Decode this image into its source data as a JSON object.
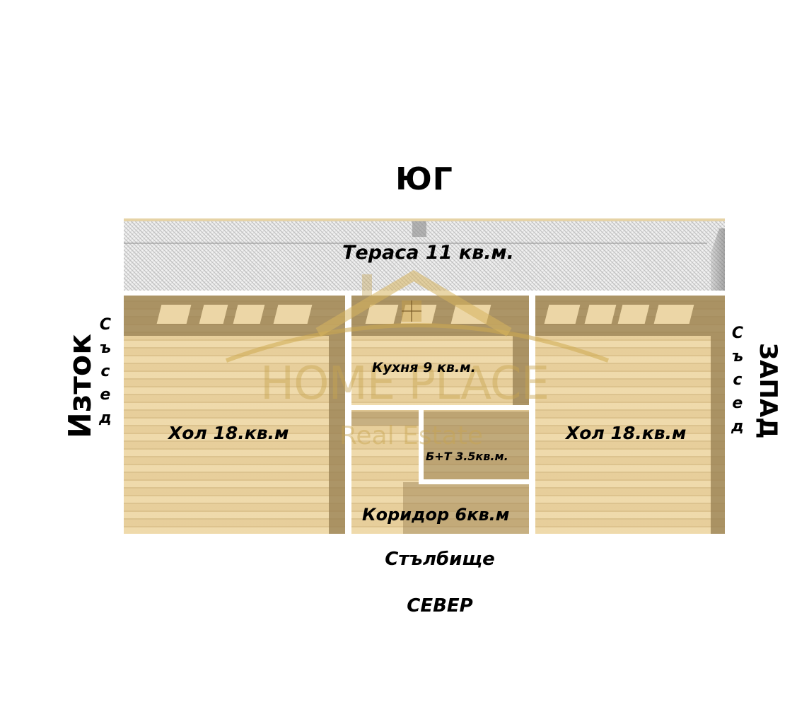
{
  "plan": {
    "compass": {
      "south": "ЮГ",
      "east": "Изток",
      "west": "ЗАПАД",
      "north": "СЕВЕР"
    },
    "neighbors": {
      "left_letters": [
        "С",
        "ъ",
        "с",
        "е",
        "д"
      ],
      "right_letters": [
        "С",
        "ъ",
        "с",
        "е",
        "д"
      ]
    },
    "rooms": {
      "terrace": "Тераса 11 кв.м.",
      "living_left": "Хол 18.кв.м",
      "kitchen": "Кухня 9 кв.м.",
      "bathroom": "Б+Т 3.5кв.м.",
      "corridor": "Коридор 6кв.м",
      "living_right": "Хол 18.кв.м"
    },
    "staircase": "Стълбище",
    "watermark": {
      "brand": "HOME PLACE",
      "sub": "Real Estate"
    },
    "colors": {
      "floor": "#e7cf9c",
      "floor_dark": "#9a8257",
      "walls": "#ffffff",
      "watermark": "#c8a550",
      "terrace": "#f2f2f2"
    }
  }
}
